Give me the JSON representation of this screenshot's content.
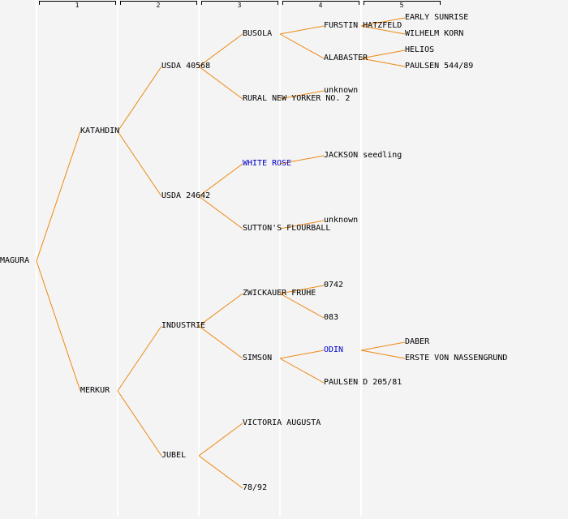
{
  "columns": [
    "1",
    "2",
    "3",
    "4",
    "5"
  ],
  "colors": {
    "line": "#ee8811",
    "highlight": "#0000cc",
    "text": "#000000",
    "background": "#f4f4f4"
  },
  "nodes": [
    {
      "id": "magura",
      "label": "MAGURA",
      "gen": 0,
      "row": 15.5,
      "parent": null
    },
    {
      "id": "katahdin",
      "label": "KATAHDIN",
      "gen": 1,
      "row": 7.5,
      "parent": "magura"
    },
    {
      "id": "merkur",
      "label": "MERKUR",
      "gen": 1,
      "row": 23.5,
      "parent": "magura"
    },
    {
      "id": "usda40568",
      "label": "USDA 40568",
      "gen": 2,
      "row": 3.5,
      "parent": "katahdin"
    },
    {
      "id": "usda24642",
      "label": "USDA 24642",
      "gen": 2,
      "row": 11.5,
      "parent": "katahdin"
    },
    {
      "id": "industrie",
      "label": "INDUSTRIE",
      "gen": 2,
      "row": 19.5,
      "parent": "merkur"
    },
    {
      "id": "jubel",
      "label": "JUBEL",
      "gen": 2,
      "row": 27.5,
      "parent": "merkur"
    },
    {
      "id": "busola",
      "label": "BUSOLA",
      "gen": 3,
      "row": 1.5,
      "parent": "usda40568"
    },
    {
      "id": "ruralny2",
      "label": "RURAL NEW YORKER NO. 2",
      "gen": 3,
      "row": 5.5,
      "parent": "usda40568"
    },
    {
      "id": "whiterose",
      "label": "WHITE ROSE",
      "gen": 3,
      "row": 9.5,
      "parent": "usda24642",
      "highlight": true
    },
    {
      "id": "suttons",
      "label": "SUTTON'S FLOURBALL",
      "gen": 3,
      "row": 13.5,
      "parent": "usda24642"
    },
    {
      "id": "zwickauer",
      "label": "ZWICKAUER FRUHE",
      "gen": 3,
      "row": 17.5,
      "parent": "industrie"
    },
    {
      "id": "simson",
      "label": "SIMSON",
      "gen": 3,
      "row": 21.5,
      "parent": "industrie"
    },
    {
      "id": "victoria",
      "label": "VICTORIA AUGUSTA",
      "gen": 3,
      "row": 25.5,
      "parent": "jubel"
    },
    {
      "id": "n7892",
      "label": "78/92",
      "gen": 3,
      "row": 29.5,
      "parent": "jubel"
    },
    {
      "id": "furstin",
      "label": "FURSTIN HATZFELD",
      "gen": 4,
      "row": 1,
      "parent": "busola"
    },
    {
      "id": "alabaster",
      "label": "ALABASTER",
      "gen": 4,
      "row": 3,
      "parent": "busola"
    },
    {
      "id": "unknown1",
      "label": "unknown",
      "gen": 4,
      "row": 5,
      "parent": "ruralny2"
    },
    {
      "id": "jackson",
      "label": "JACKSON seedling",
      "gen": 4,
      "row": 9,
      "parent": "whiterose"
    },
    {
      "id": "unknown2",
      "label": "unknown",
      "gen": 4,
      "row": 13,
      "parent": "suttons"
    },
    {
      "id": "n0742",
      "label": "0742",
      "gen": 4,
      "row": 17,
      "parent": "zwickauer"
    },
    {
      "id": "n083",
      "label": "083",
      "gen": 4,
      "row": 19,
      "parent": "zwickauer"
    },
    {
      "id": "odin",
      "label": "ODIN",
      "gen": 4,
      "row": 21,
      "parent": "simson",
      "highlight": true
    },
    {
      "id": "paulsend",
      "label": "PAULSEN D 205/81",
      "gen": 4,
      "row": 23,
      "parent": "simson"
    },
    {
      "id": "earlysunrise",
      "label": "EARLY SUNRISE",
      "gen": 5,
      "row": 0.5,
      "parent": "furstin"
    },
    {
      "id": "wilhelmkorn",
      "label": "WILHELM KORN",
      "gen": 5,
      "row": 1.5,
      "parent": "furstin"
    },
    {
      "id": "helios",
      "label": "HELIOS",
      "gen": 5,
      "row": 2.5,
      "parent": "alabaster"
    },
    {
      "id": "paulsen544",
      "label": "PAULSEN 544/89",
      "gen": 5,
      "row": 3.5,
      "parent": "alabaster"
    },
    {
      "id": "daber",
      "label": "DABER",
      "gen": 5,
      "row": 20.5,
      "parent": "odin"
    },
    {
      "id": "erste",
      "label": "ERSTE VON NASSENGRUND",
      "gen": 5,
      "row": 21.5,
      "parent": "odin"
    }
  ]
}
